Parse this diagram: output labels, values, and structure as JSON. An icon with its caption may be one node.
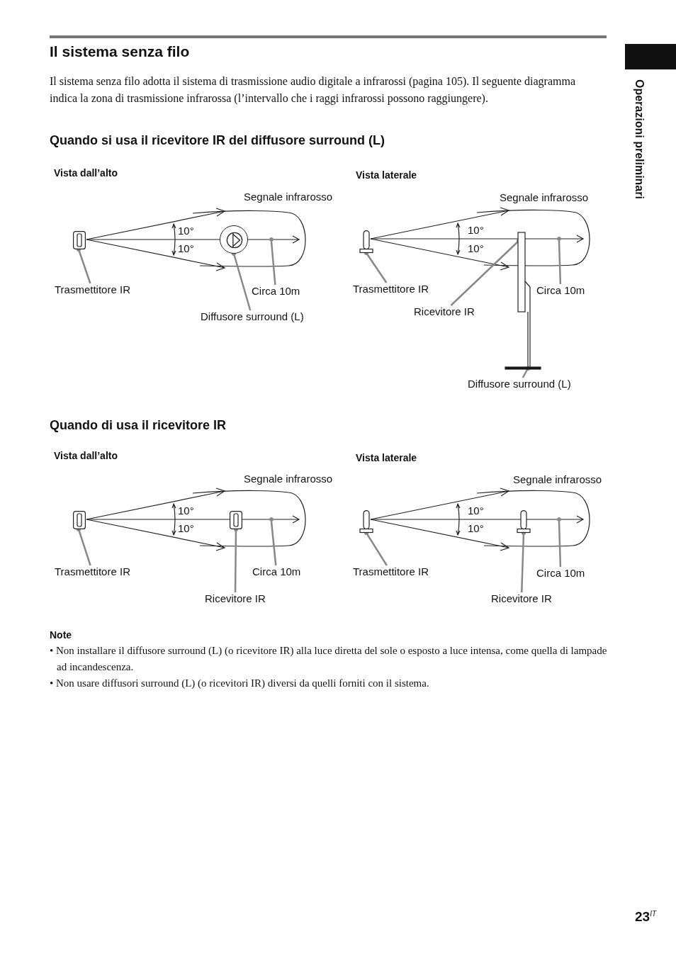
{
  "diagram": {
    "title": "Il sistema senza filo",
    "nodes": [
      {
        "text": [],
        "shape": "box"
      },
      {
        "text": [],
        "shape": "circle"
      },
      {
        "text": [
          "Trasmettitore IR"
        ]
      },
      {
        "text": [
          "Circa 10m"
        ]
      },
      {
        "text": [
          "Diffusore surround (L)"
        ]
      },
      {
        "text": [],
        "shape": "box"
      },
      {
        "text": [],
        "shape": "box"
      },
      {
        "text": [
          "Trasmettitore IR"
        ]
      },
      {
        "text": [
          "Circa 10m"
        ]
      },
      {
        "text": [
          "Ricevitore IR"
        ]
      },
      {
        "text": [
          "Diffusore surround (L)"
        ]
      },
      {
        "text": [],
        "shape": "box"
      },
      {
        "text": [],
        "shape": "box"
      },
      {
        "text": [
          "Trasmettitore IR"
        ]
      },
      {
        "text": [
          "Circa 10m"
        ]
      },
      {
        "text": [
          "Ricevitore IR"
        ]
      },
      {
        "text": [],
        "shape": "box"
      },
      {
        "text": [],
        "shape": "box"
      },
      {
        "text": [
          "Trasmettitore IR"
        ]
      },
      {
        "text": [
          "Circa 10m"
        ]
      },
      {
        "text": [
          "Ricevitore IR"
        ]
      },
      {
        "text": [],
        "shape": "circle"
      },
      {
        "text": [],
        "shape": "circle"
      },
      {
        "text": [],
        "shape": "circle"
      },
      {
        "text": [],
        "shape": "circle"
      }
    ],
    "edges": [
      {
        "from": 2,
        "to": 0,
        "arrow": "other"
      },
      {
        "from": 3,
        "to": 21,
        "arrow": "none"
      },
      {
        "from": 4,
        "to": 1,
        "arrow": "other"
      },
      {
        "from": 7,
        "to": 5,
        "arrow": "other"
      },
      {
        "from": 8,
        "to": 22,
        "arrow": "none"
      },
      {
        "from": 9,
        "to": 6,
        "arrow": "other"
      },
      {
        "from": 10,
        "to": 6,
        "arrow": "other"
      },
      {
        "from": 13,
        "to": 11,
        "arrow": "other"
      },
      {
        "from": 14,
        "to": 23,
        "arrow": "none"
      },
      {
        "from": 15,
        "to": 12,
        "arrow": "other"
      },
      {
        "from": 18,
        "to": 16,
        "arrow": "other"
      },
      {
        "from": 19,
        "to": 24,
        "arrow": "none"
      },
      {
        "from": 20,
        "to": 17,
        "arrow": "other"
      }
    ],
    "labels": [
      "Il sistema senza filo adotta il sistema di trasmissione audio digitale a infrarossi (pagina 105). Il seguente diagramma indica la zona di trasmissione infrarossa (l’intervallo che i raggi infrarossi possono raggiungere).",
      "Quando si usa il ricevitore IR del diffusore surround (L)",
      "Vista dall’alto",
      "Vista laterale",
      "Segnale infrarosso",
      "Segnale infrarosso",
      "10°",
      "10°",
      "10°",
      "10°",
      "Quando di usa il ricevitore IR",
      "Vista dall’alto",
      "Vista laterale",
      "Segnale infrarosso",
      "Segnale infrarosso",
      "10°",
      "10°",
      "10°",
      "10°",
      "Note",
      "• Non installare il diffusore surround (L) (o ricevitore IR) alla luce diretta del sole o esposto a luce intensa, come quella di lampade ad incandescenza.",
      "• Non usare diffusori surround (L) (o ricevitori IR) diversi da quelli forniti con il sistema.",
      "Operazioni preliminari",
      "23$^{IT}$"
    ]
  }
}
